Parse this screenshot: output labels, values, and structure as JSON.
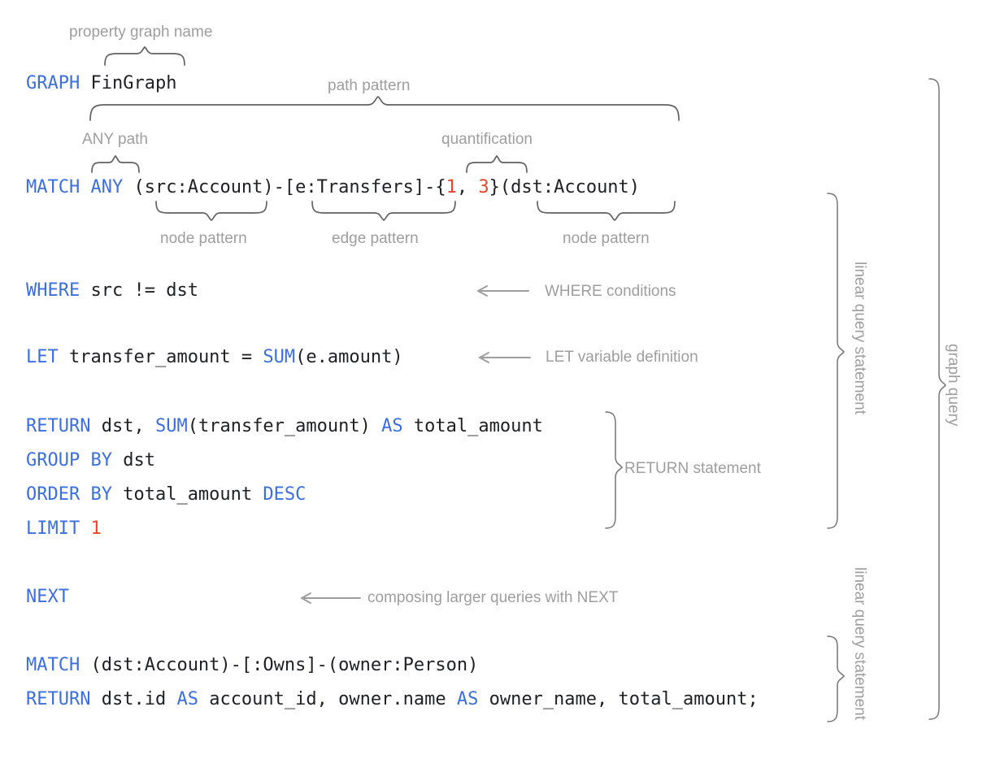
{
  "diagram": {
    "title": "GQL graph query annotated syntax diagram",
    "colors": {
      "keyword": "#3B6FE0",
      "number": "#E8472A",
      "plain": "#202124",
      "annotation": "#9E9E9E",
      "brace": "#616161",
      "background": "#FFFFFF"
    }
  },
  "code": {
    "line_graph": {
      "keyword": "GRAPH",
      "space": " ",
      "name": "FinGraph"
    },
    "line_match": {
      "keyword": "MATCH",
      "any": "ANY",
      "node_src": "(src:Account)",
      "dash1": "-",
      "edge": "[e:Transfers]",
      "dash2": "-",
      "brace_open": "{",
      "q_min": "1",
      "q_sep": ", ",
      "q_max": "3",
      "brace_close": "}",
      "node_dst": "(dst:Account)"
    },
    "line_where": {
      "keyword": "WHERE",
      "expr": "src != dst"
    },
    "line_let": {
      "keyword": "LET",
      "expr_a": "transfer_amount = ",
      "func": "SUM",
      "expr_b": "(e.amount)"
    },
    "line_return": {
      "keyword": "RETURN",
      "expr_a": "dst, ",
      "func": "SUM",
      "expr_b": "(transfer_amount) ",
      "as_kw": "AS",
      "expr_c": " total_amount"
    },
    "line_group": {
      "keyword": "GROUP BY",
      "expr": "dst"
    },
    "line_order": {
      "keyword": "ORDER BY",
      "expr": "total_amount",
      "dir_kw": "DESC"
    },
    "line_limit": {
      "keyword": "LIMIT",
      "value": "1"
    },
    "line_next": {
      "keyword": "NEXT"
    },
    "line_match2": {
      "keyword": "MATCH",
      "expr": "(dst:Account)-[:Owns]-(owner:Person)"
    },
    "line_return2": {
      "keyword": "RETURN",
      "expr_a": "dst.id ",
      "as1": "AS",
      "expr_b": " account_id, owner.name ",
      "as2": "AS",
      "expr_c": " owner_name, total_amount;"
    }
  },
  "annotations": {
    "property_graph_name": "property graph name",
    "path_pattern": "path pattern",
    "any_path": "ANY path",
    "quantification": "quantification",
    "node_pattern_src": "node pattern",
    "edge_pattern": "edge pattern",
    "node_pattern_dst": "node pattern",
    "where_conditions": "WHERE conditions",
    "let_variable_definition": "LET variable definition",
    "return_statement": "RETURN statement",
    "composing_next": "composing larger queries with NEXT",
    "linear_query_statement_1": "linear query statement",
    "linear_query_statement_2": "linear query statement",
    "graph_query": "graph query"
  }
}
